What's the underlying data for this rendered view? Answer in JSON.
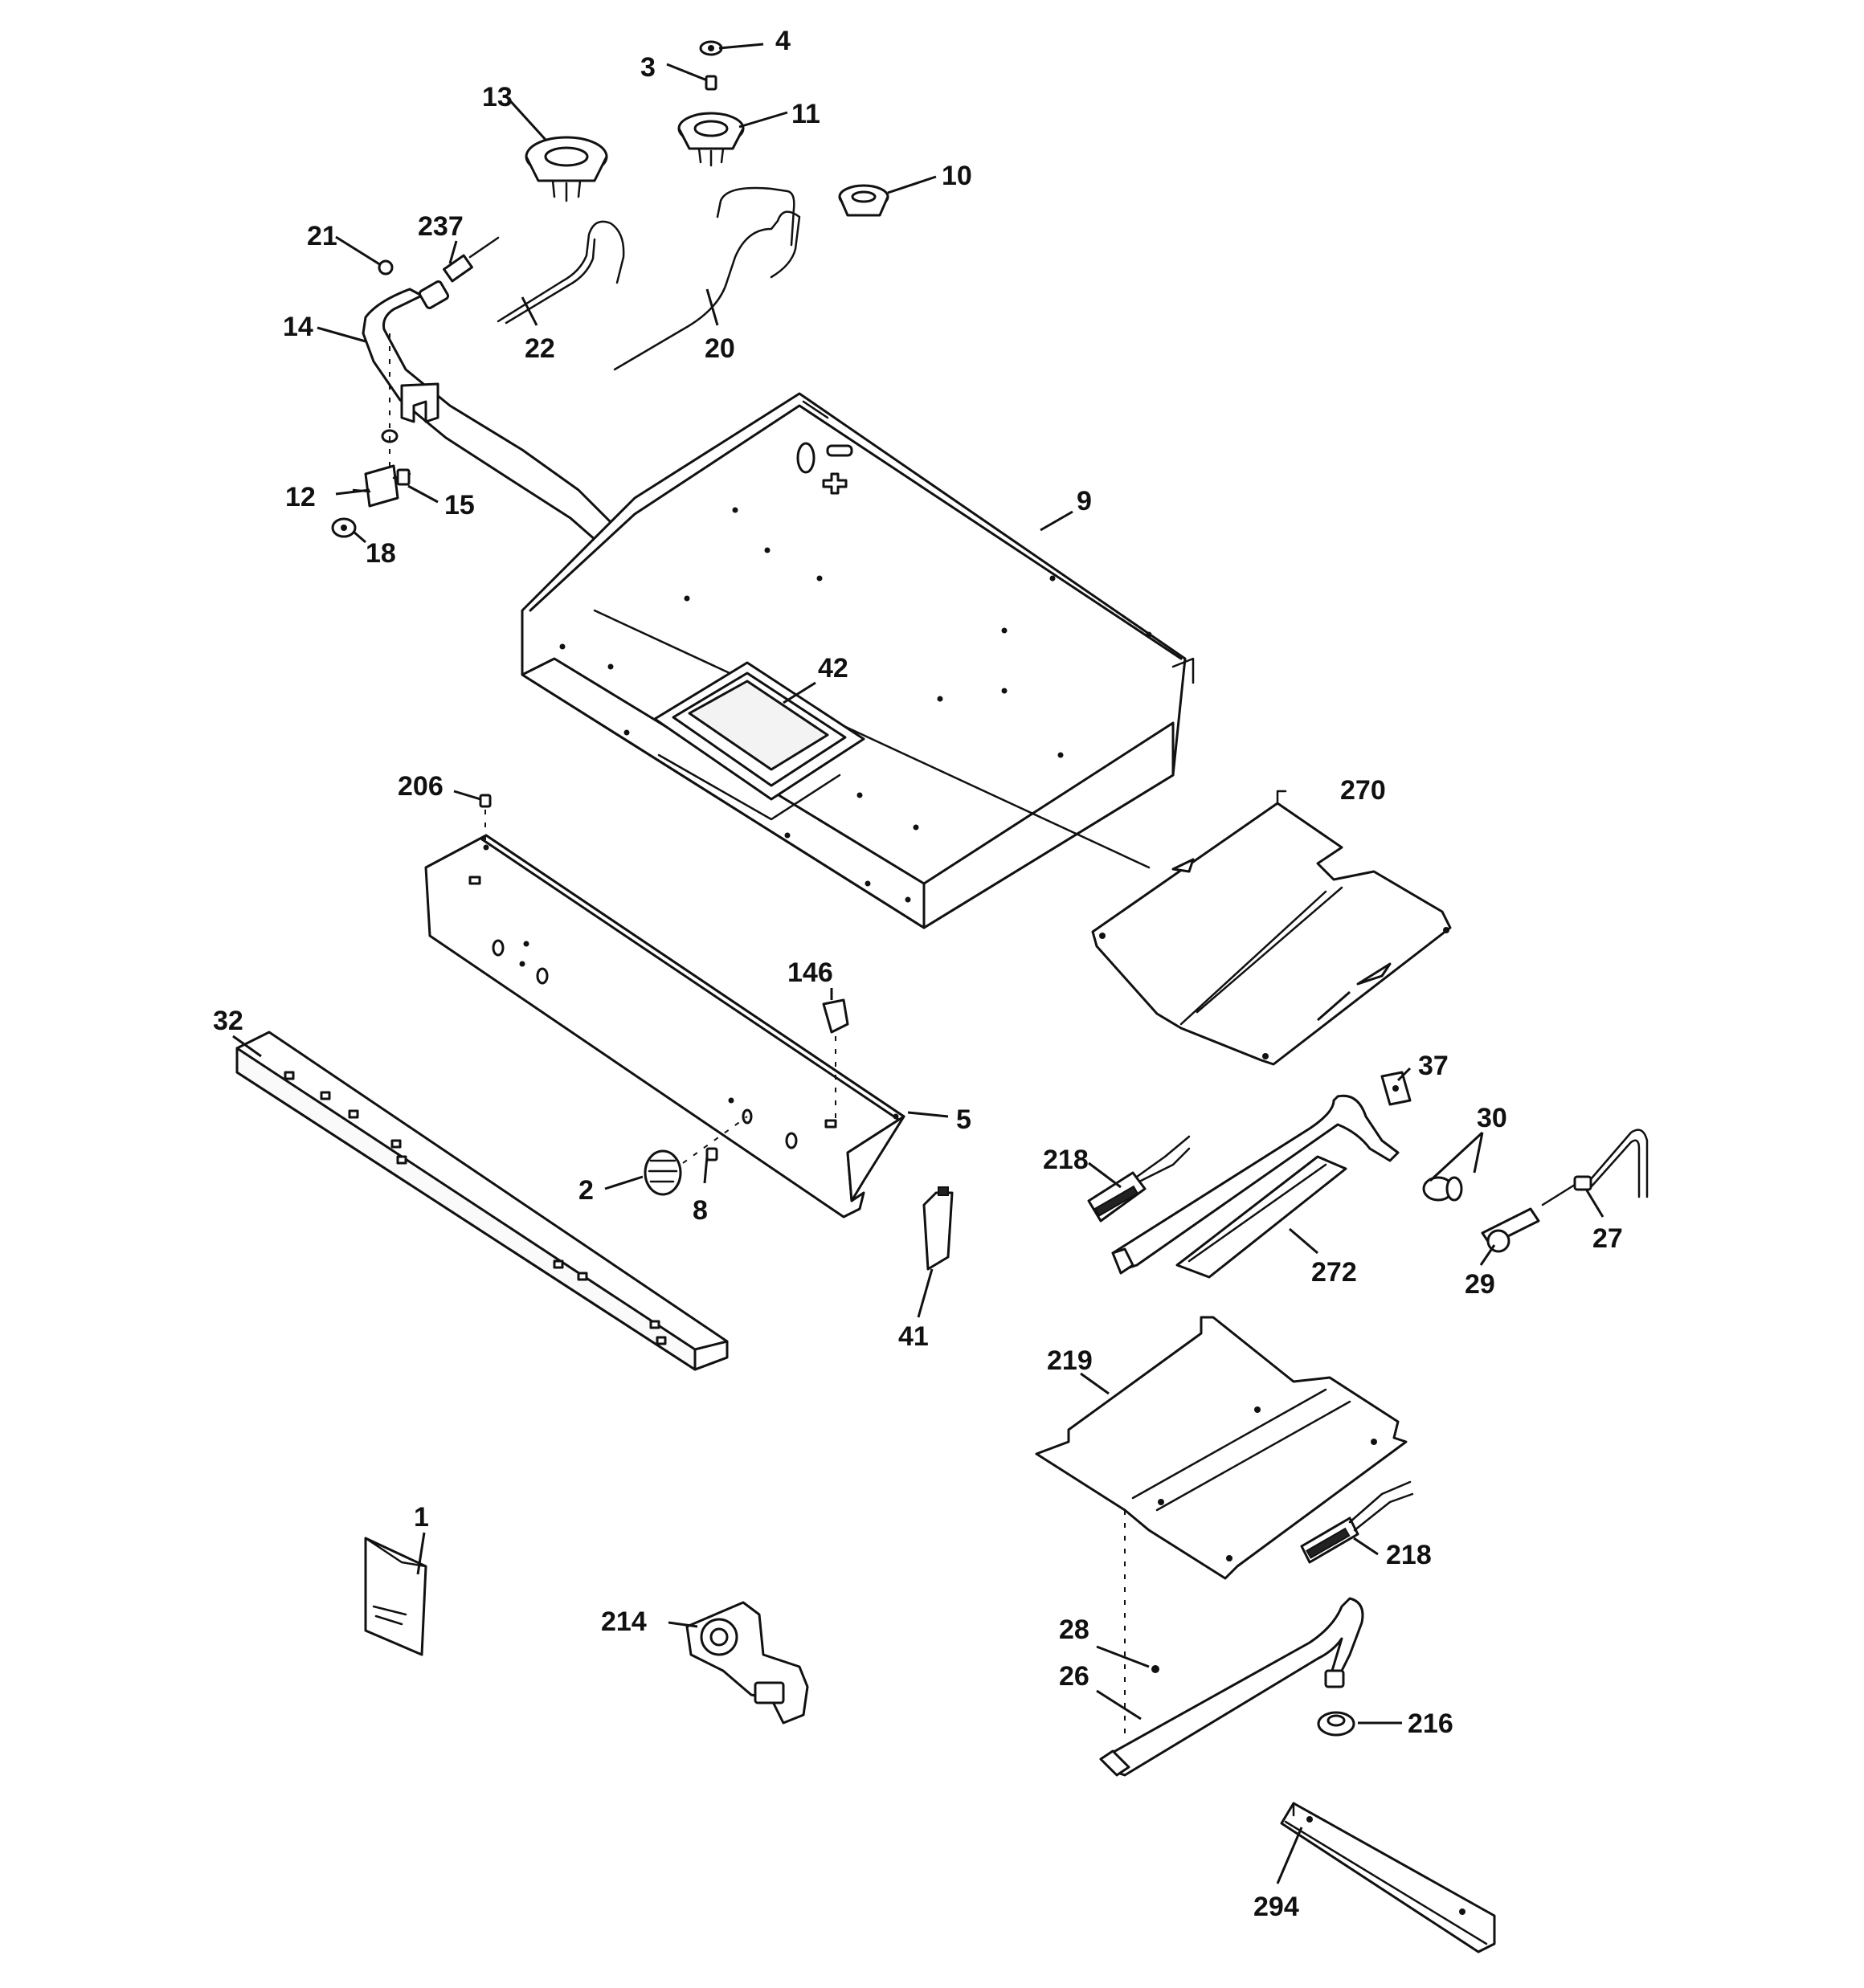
{
  "diagram": {
    "type": "exploded-parts-diagram",
    "callouts": {
      "c1": "1",
      "c2": "2",
      "c3": "3",
      "c4": "4",
      "c5": "5",
      "c8": "8",
      "c9": "9",
      "c10": "10",
      "c11": "11",
      "c12": "12",
      "c13": "13",
      "c14": "14",
      "c15": "15",
      "c18": "18",
      "c20": "20",
      "c21": "21",
      "c22": "22",
      "c237": "237",
      "c42": "42",
      "c206": "206",
      "c146": "146",
      "c32": "32",
      "c270": "270",
      "c37": "37",
      "c30": "30",
      "c218a": "218",
      "c27": "27",
      "c29": "29",
      "c272": "272",
      "c41": "41",
      "c219": "219",
      "c218b": "218",
      "c214": "214",
      "c28": "28",
      "c26": "26",
      "c216": "216",
      "c294": "294"
    }
  }
}
